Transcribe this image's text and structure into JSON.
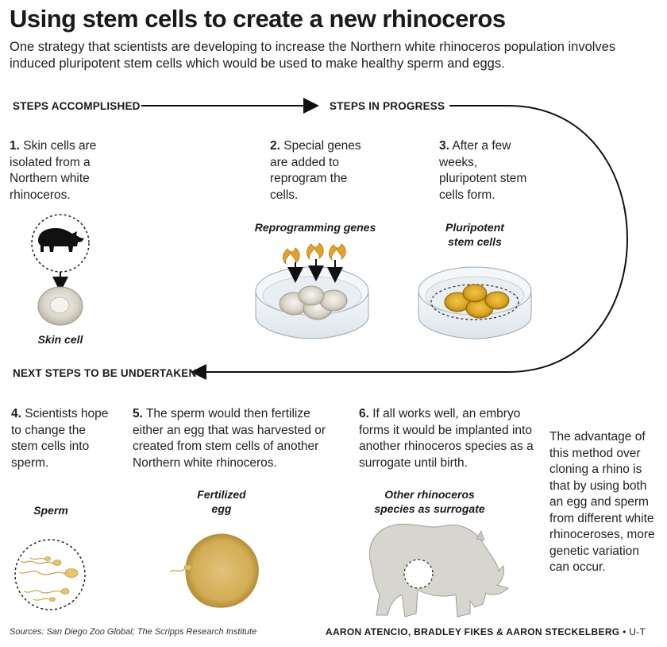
{
  "title": "Using stem cells to create a new rhinoceros",
  "subtitle": "One strategy that scientists are developing to increase the Northern white rhinoceros population involves induced pluripotent stem cells which would be used to make healthy sperm and eggs.",
  "sections": {
    "accomplished": "STEPS ACCOMPLISHED",
    "in_progress": "STEPS IN PROGRESS",
    "next": "NEXT STEPS TO BE UNDERTAKEN"
  },
  "steps": [
    {
      "num": "1.",
      "text": "Skin cells are isolated from a Northern white rhinoceros."
    },
    {
      "num": "2.",
      "text": "Special genes are added to reprogram the cells."
    },
    {
      "num": "3.",
      "text": "After a few weeks, pluripotent stem cells form."
    },
    {
      "num": "4.",
      "text": "Scientists hope to change the stem cells into sperm."
    },
    {
      "num": "5.",
      "text": "The sperm would then fertilize either an egg that was harvested or created from stem cells of another Northern white rhinoceros."
    },
    {
      "num": "6.",
      "text": "If all works well, an embryo forms it would be implanted into another rhinoceros species as a surrogate until birth."
    }
  ],
  "captions": {
    "skin_cell": "Skin cell",
    "reprogramming": "Reprogramming genes",
    "pluripotent": "Pluripotent stem cells",
    "sperm": "Sperm",
    "fertilized": "Fertilized egg",
    "surrogate": "Other rhinoceros species as surrogate"
  },
  "note": "The advantage of this method over cloning a rhino is that by using both an egg and sperm from different white rhinoceroses, more genetic variation can occur.",
  "sources": "Sources: San Diego Zoo Global; The Scripps Research Institute",
  "credit": "AARON ATENCIO, BRADLEY FIKES & AARON STECKELBERG",
  "credit_suffix": "• U-T",
  "colors": {
    "stem_cell": "#d9a520",
    "egg": "#d9b45c",
    "skin_cell": "#d2cfc4",
    "dish": "#e9eef2"
  }
}
